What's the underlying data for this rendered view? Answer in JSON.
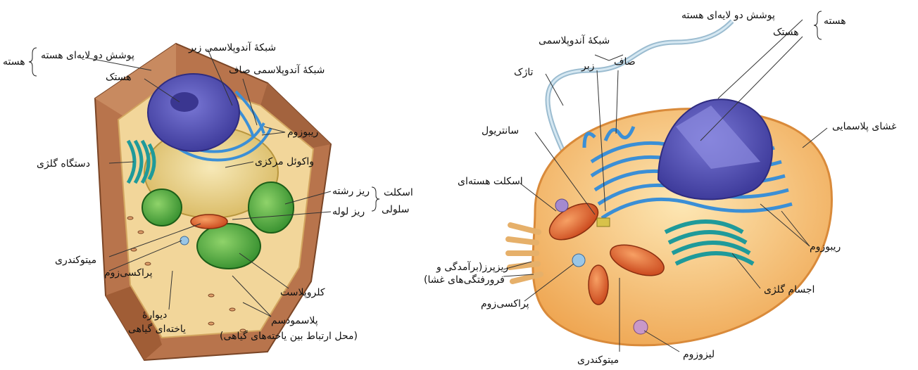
{
  "plant_cell": {
    "nucleus_group": "هسته",
    "double_membrane": "پوشش دو لایه‌ای هسته",
    "nucleolus": "هستک",
    "rough_er": "شبکهٔ آندوپلاسمی زبر",
    "smooth_er": "شبکهٔ آندوپلاسمی صاف",
    "ribosome": "ریبوزوم",
    "golgi": "دستگاه گلژی",
    "central_vacuole": "واکوئل مرکزی",
    "cytoskeleton_line1": "اسکلت",
    "cytoskeleton_line2": "سلولی",
    "microfilament": "ریز رشته",
    "microtubule": "ریز لوله",
    "mitochondria": "میتوکندری",
    "peroxisome": "پراکسی‌زوم",
    "chloroplast": "کلروپلاست",
    "cell_wall_line1": "دیوارهٔ",
    "cell_wall_line2": "یاخته‌ای گیاهی",
    "plasmodesma": "پلاسمودسم",
    "plasmodesma_note": "(محل ارتباط بین یاخته‌های گیاهی)"
  },
  "animal_cell": {
    "nucleus_group": "هسته",
    "double_membrane": "پوشش دو لایه‌ای هسته",
    "nucleolus": "هستک",
    "er_group": "شبکهٔ آندوپلاسمی",
    "smooth": "صاف",
    "rough": "زبر",
    "flagellum": "تاژک",
    "centriole": "سانتریول",
    "plasma_membrane": "غشای پلاسمایی",
    "cytoskeleton": "اسکلت هسته‌ای",
    "microvilli_line1": "ریزپرز(برآمدگی و",
    "microvilli_line2": "فرورفتگی‌های غشا)",
    "peroxisome": "پراکسی‌زوم",
    "ribosome": "ریبوزوم",
    "golgi_bodies": "اجسام گلژی",
    "lysosome": "لیزوزوم",
    "mitochondria": "میتوکندری"
  },
  "colors": {
    "cell_wall": "#b8744c",
    "cytoplasm": "#f2d69a",
    "nucleus": "#5b59b8",
    "er": "#3b8fd6",
    "chloroplast": "#3fae3a",
    "golgi": "#1f9a9a",
    "mitochondria": "#e2632c",
    "animal_cytoplasm": "#f1b25e"
  }
}
